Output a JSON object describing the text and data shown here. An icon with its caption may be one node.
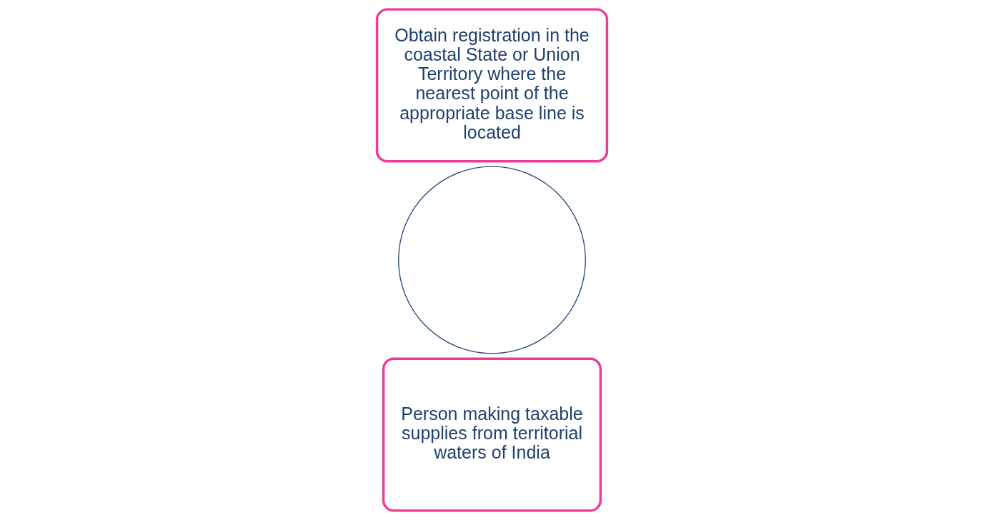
{
  "diagram": {
    "nodes": [
      {
        "text": [
          "Person making taxable supplies from territorial waters of India"
        ]
      },
      {
        "text": [
          "Obtain registration in the coastal State or Union Territory where the nearest point of the appropriate base line is located"
        ]
      },
      {
        "text": [],
        "shape": "circle"
      }
    ]
  }
}
